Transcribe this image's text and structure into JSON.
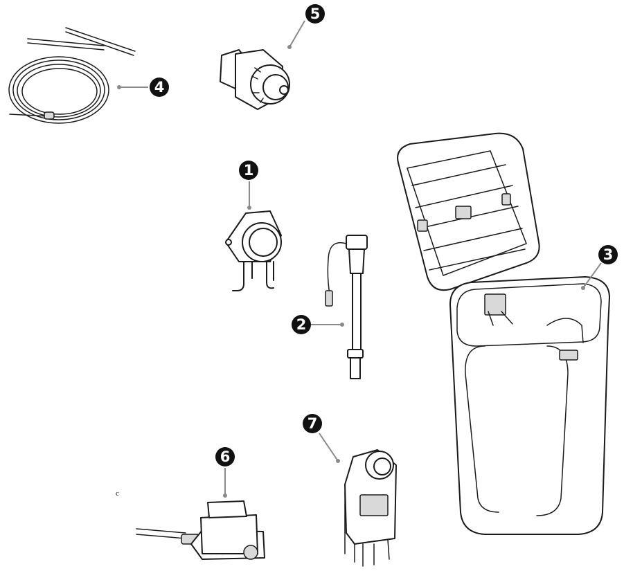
{
  "figure": {
    "callouts": [
      "1",
      "2",
      "3",
      "4",
      "5",
      "6",
      "7"
    ],
    "stray_mark": "c"
  },
  "colors": {
    "callout_fill": "#111111",
    "callout_text": "#ffffff",
    "leader_line": "#8a8a8a",
    "line_art": "#1a1a1a"
  }
}
